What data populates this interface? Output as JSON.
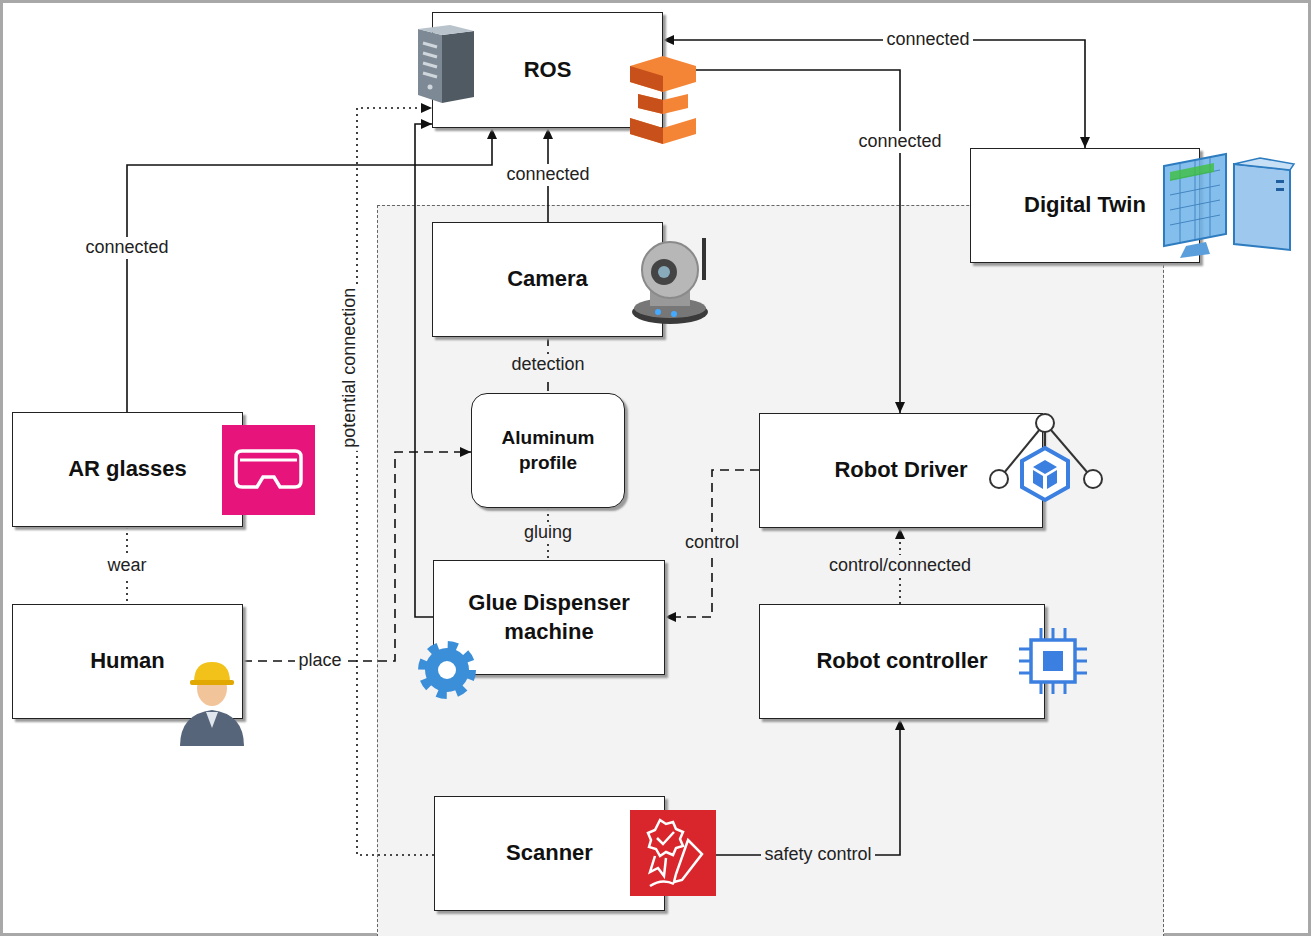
{
  "diagram": {
    "nodes": [
      {
        "text": [
          "ROS"
        ]
      },
      {
        "text": [
          "Digital Twin"
        ]
      },
      {
        "text": [
          "Camera"
        ]
      },
      {
        "text": [
          "AR glasses"
        ]
      },
      {
        "text": [
          "Aluminum profile"
        ]
      },
      {
        "text": [
          "Robot Driver"
        ]
      },
      {
        "text": [
          "Human"
        ]
      },
      {
        "text": [
          "Glue Dispenser machine"
        ]
      },
      {
        "text": [
          "Robot controller"
        ]
      },
      {
        "text": [
          "Scanner"
        ]
      }
    ],
    "edges": [
      {
        "from": 0,
        "to": 1,
        "label": "connected",
        "arrow": "both"
      },
      {
        "from": 0,
        "to": 5,
        "label": "connected",
        "arrow": "both"
      },
      {
        "from": 2,
        "to": 0,
        "label": "connected",
        "arrow": "to"
      },
      {
        "from": 3,
        "to": 0,
        "label": "connected",
        "arrow": "to"
      },
      {
        "from": 2,
        "to": 4,
        "label": "detection",
        "arrow": "none"
      },
      {
        "from": 4,
        "to": 7,
        "label": "gluing",
        "arrow": "none"
      },
      {
        "from": 3,
        "to": 6,
        "label": "wear",
        "arrow": "none"
      },
      {
        "from": 6,
        "to": 4,
        "label": "place",
        "arrow": "to"
      },
      {
        "from": 5,
        "to": 7,
        "label": "control",
        "arrow": "to"
      },
      {
        "from": 8,
        "to": 5,
        "label": "control/connected",
        "arrow": "to"
      },
      {
        "from": 9,
        "to": 8,
        "label": "safety control",
        "arrow": "to"
      },
      {
        "from": 9,
        "to": 0,
        "label": "potential connection",
        "arrow": "to"
      },
      {
        "from": 7,
        "to": 0,
        "arrow": "to"
      }
    ]
  }
}
